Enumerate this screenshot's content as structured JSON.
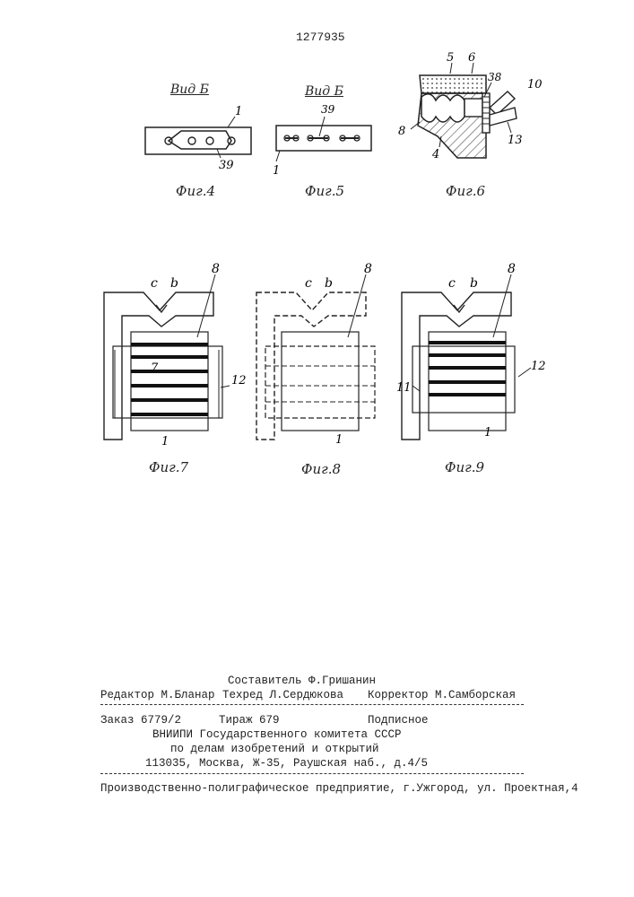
{
  "patent_number": "1277935",
  "figures": {
    "fig4": {
      "view": "Вид Б",
      "caption": "Фиг.4",
      "labels": [
        "1",
        "39"
      ]
    },
    "fig5": {
      "view": "Вид Б",
      "caption": "Фиг.5",
      "labels": [
        "39",
        "1"
      ]
    },
    "fig6": {
      "caption": "Фиг.6",
      "labels": [
        "5",
        "6",
        "38",
        "10",
        "8",
        "13",
        "4"
      ]
    },
    "fig7": {
      "caption": "Фиг.7",
      "labels": [
        "c",
        "b",
        "8",
        "7",
        "12",
        "1"
      ]
    },
    "fig8": {
      "caption": "Фиг.8",
      "labels": [
        "c",
        "b",
        "8",
        "1"
      ]
    },
    "fig9": {
      "caption": "Фиг.9",
      "labels": [
        "c",
        "b",
        "8",
        "11",
        "12",
        "1"
      ]
    }
  },
  "credits": {
    "compiler": "Составитель Ф.Гришанин",
    "editor": "Редактор М.Бланар",
    "techred": "Техред Л.Сердюкова",
    "corrector": "Корректор М.Самборская"
  },
  "order": {
    "order_no": "Заказ 6779/2",
    "circulation": "Тираж 679",
    "subscription": "Подписное"
  },
  "publisher": {
    "line1": "ВНИИПИ Государственного комитета СССР",
    "line2": "по делам изобретений и открытий",
    "line3": "113035, Москва, Ж-35, Раушская наб., д.4/5"
  },
  "printer": "Производственно-полиграфическое предприятие, г.Ужгород, ул. Проектная,4"
}
